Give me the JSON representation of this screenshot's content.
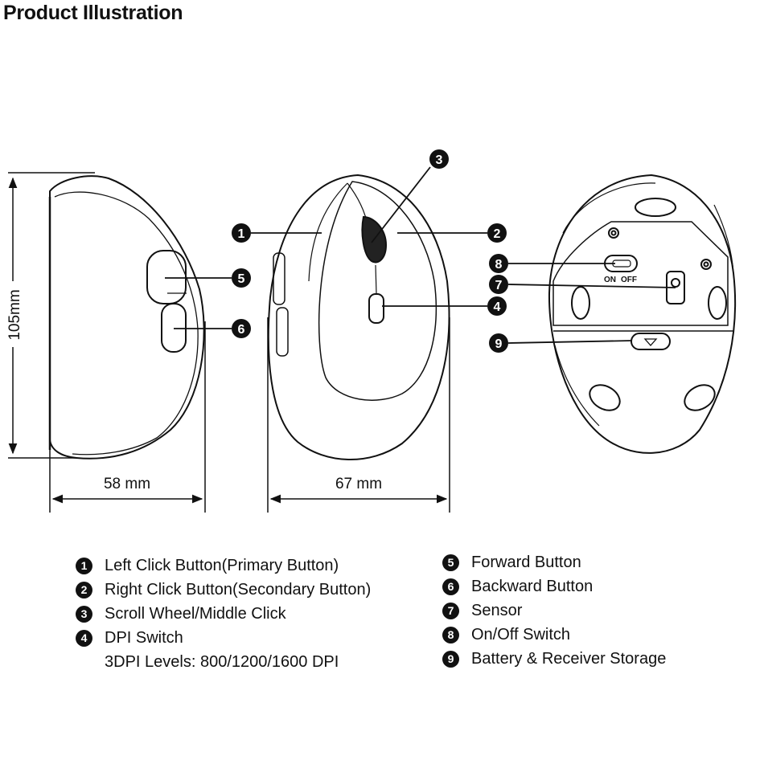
{
  "title": "Product Illustration",
  "dimensions": {
    "height": "105mm",
    "side_width": "58 mm",
    "front_width": "67 mm"
  },
  "switch_labels": {
    "on": "ON",
    "off": "OFF"
  },
  "callouts": [
    "1",
    "2",
    "3",
    "4",
    "5",
    "6",
    "7",
    "8",
    "9"
  ],
  "legend": {
    "left": [
      {
        "num": "1",
        "text": "Left Click Button(Primary Button)"
      },
      {
        "num": "2",
        "text": "Right Click Button(Secondary Button)"
      },
      {
        "num": "3",
        "text": "Scroll Wheel/Middle Click"
      },
      {
        "num": "4",
        "text": "DPI Switch"
      }
    ],
    "left_note": "3DPI Levels: 800/1200/1600 DPI",
    "right": [
      {
        "num": "5",
        "text": "Forward Button"
      },
      {
        "num": "6",
        "text": "Backward Button"
      },
      {
        "num": "7",
        "text": "Sensor"
      },
      {
        "num": "8",
        "text": "On/Off Switch"
      },
      {
        "num": "9",
        "text": "Battery & Receiver Storage"
      }
    ]
  }
}
